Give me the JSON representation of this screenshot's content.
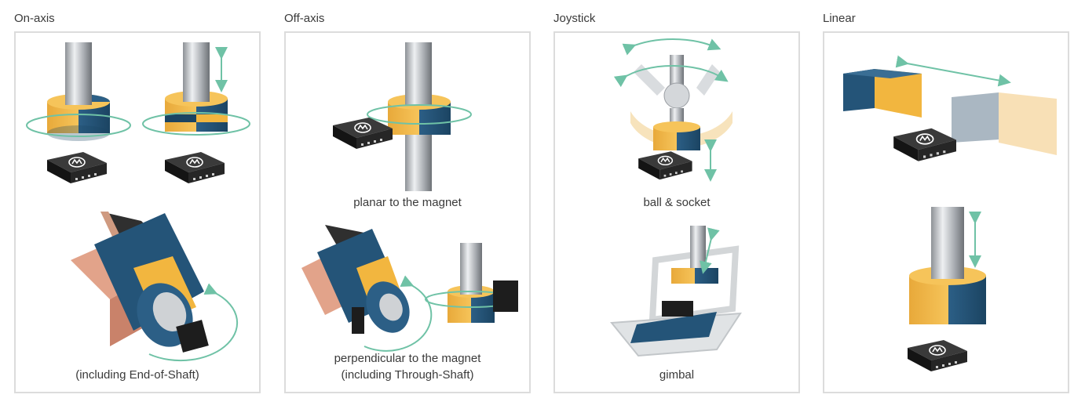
{
  "categories": [
    {
      "title": "On-axis",
      "captions": [
        "(including End-of-Shaft)"
      ]
    },
    {
      "title": "Off-axis",
      "captions": [
        "planar to the magnet",
        "perpendicular to the magnet",
        "(including Through-Shaft)"
      ]
    },
    {
      "title": "Joystick",
      "captions": [
        "ball & socket",
        "gimbal"
      ]
    },
    {
      "title": "Linear",
      "captions": []
    }
  ],
  "colors": {
    "magnet_yellow": "#f2b63f",
    "magnet_blue": "#245478",
    "arrow_teal": "#6fc2a6",
    "chip_black": "#1d1d1d",
    "shaft_silver": "#c8cbce",
    "copper": "#d9957c",
    "panel_border": "#dcdcdc"
  },
  "icons": [
    "chip-logo-icon",
    "rotation-arrow-icon",
    "linear-arrow-icon"
  ]
}
